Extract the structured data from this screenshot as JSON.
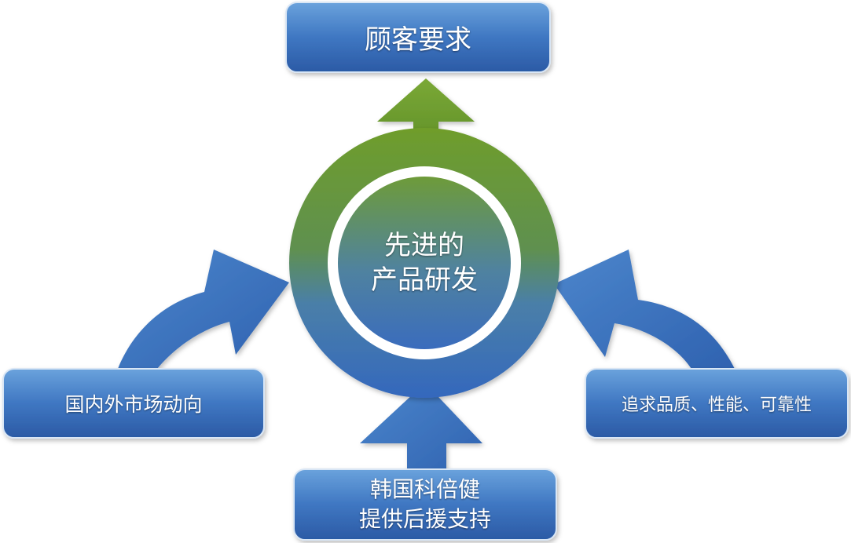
{
  "nodes": {
    "top": {
      "label": "顾客要求"
    },
    "center": {
      "line1": "先进的",
      "line2": "产品研发"
    },
    "left": {
      "label": "国内外市场动向"
    },
    "right": {
      "label": "追求品质、性能、可靠性"
    },
    "bottom": {
      "line1": "韩国科倍健",
      "line2": "提供后援支持"
    }
  },
  "colors": {
    "box_top": "#5b93d3",
    "box_bottom": "#2a5aa6",
    "arrow_blue": "#3d76c3",
    "ring_green": "#6e9b2e",
    "ring_blue": "#3a6fbf",
    "arrow_green": "#6e9b2e"
  }
}
